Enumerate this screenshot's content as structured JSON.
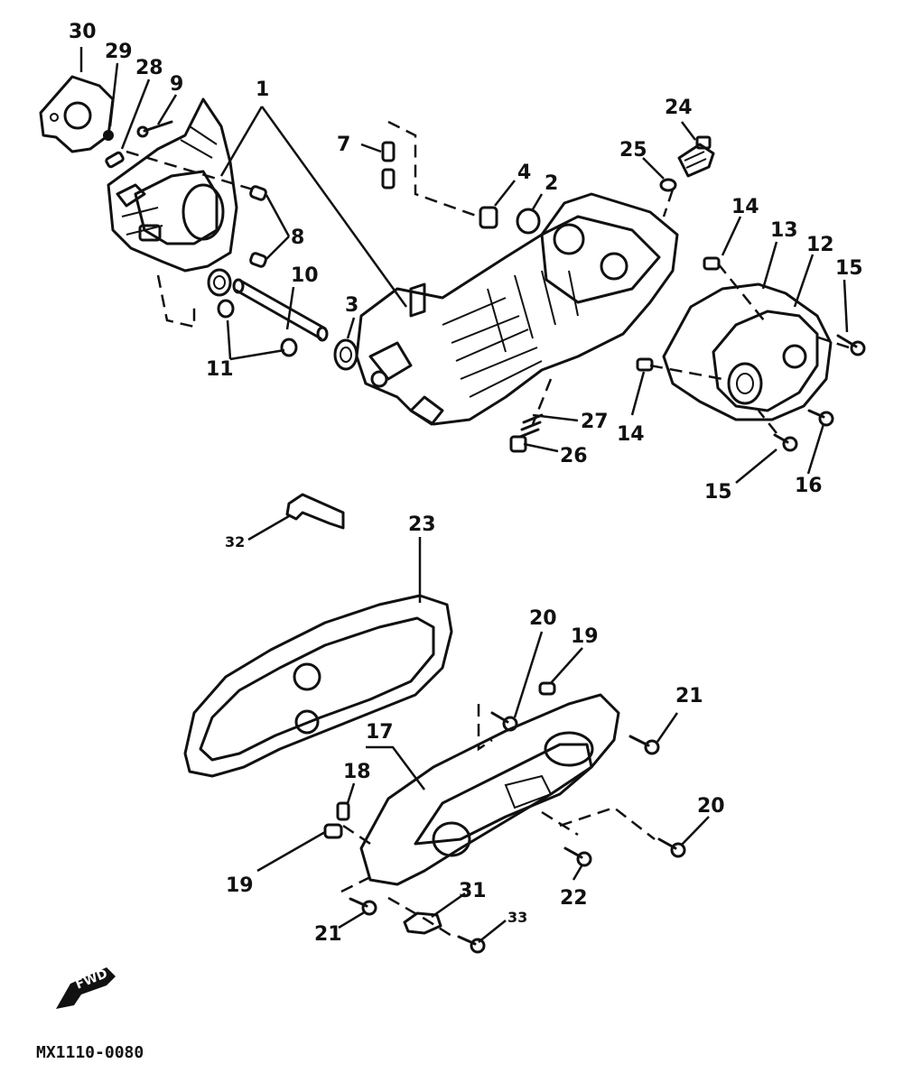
{
  "diagram": {
    "code": "MX1110-0080",
    "fwd_label": "FWD",
    "callouts": {
      "c1a": "1",
      "c1b": "1",
      "c2": "2",
      "c3": "3",
      "c4": "4",
      "c7": "7",
      "c8": "8",
      "c9": "9",
      "c10": "10",
      "c11": "11",
      "c12": "12",
      "c13": "13",
      "c14a": "14",
      "c14b": "14",
      "c15a": "15",
      "c15b": "15",
      "c16": "16",
      "c17": "17",
      "c18": "18",
      "c19a": "19",
      "c19b": "19",
      "c20a": "20",
      "c20b": "20",
      "c21a": "21",
      "c21b": "21",
      "c22": "22",
      "c23": "23",
      "c24": "24",
      "c25": "25",
      "c26": "26",
      "c27": "27",
      "c28": "28",
      "c29": "29",
      "c30": "30",
      "c31": "31",
      "c32": "32",
      "c33": "33"
    }
  }
}
